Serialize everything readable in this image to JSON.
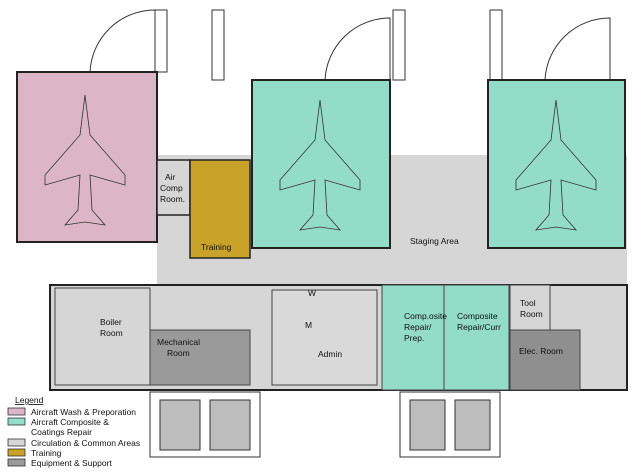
{
  "colors": {
    "wash": "#dcb6c6",
    "composite": "#93dcc8",
    "circulation": "#d6d6d6",
    "training": "#c9a22a",
    "equipment": "#9a9a9a",
    "wall": "#222222"
  },
  "rooms": {
    "air_comp": [
      "Air",
      "Comp",
      "Room."
    ],
    "training": "Training",
    "staging": "Staging Area",
    "boiler": [
      "Boiler",
      "Room"
    ],
    "mechanical": [
      "Mechanical",
      "Room"
    ],
    "w": "W",
    "m": "M",
    "admin": "Admin",
    "comp_prep": [
      "Comp.osite",
      "Repair/",
      "Prep."
    ],
    "comp_curr": [
      "Composite",
      "Repair/Curr"
    ],
    "tool": [
      "Tool",
      "Room"
    ],
    "elec": "Elec. Room"
  },
  "legend": {
    "title": "Legend",
    "items": [
      {
        "label": "Aircraft Wash & Preporation",
        "color": "#dcb6c6"
      },
      {
        "label": "Aircraft Composite &",
        "label2": "Coatings Repair",
        "color": "#93dcc8"
      },
      {
        "label": "Circulation & Common Areas",
        "color": "#d6d6d6"
      },
      {
        "label": "Training",
        "color": "#c9a22a"
      },
      {
        "label": "Equipment & Support",
        "color": "#9a9a9a"
      }
    ]
  }
}
